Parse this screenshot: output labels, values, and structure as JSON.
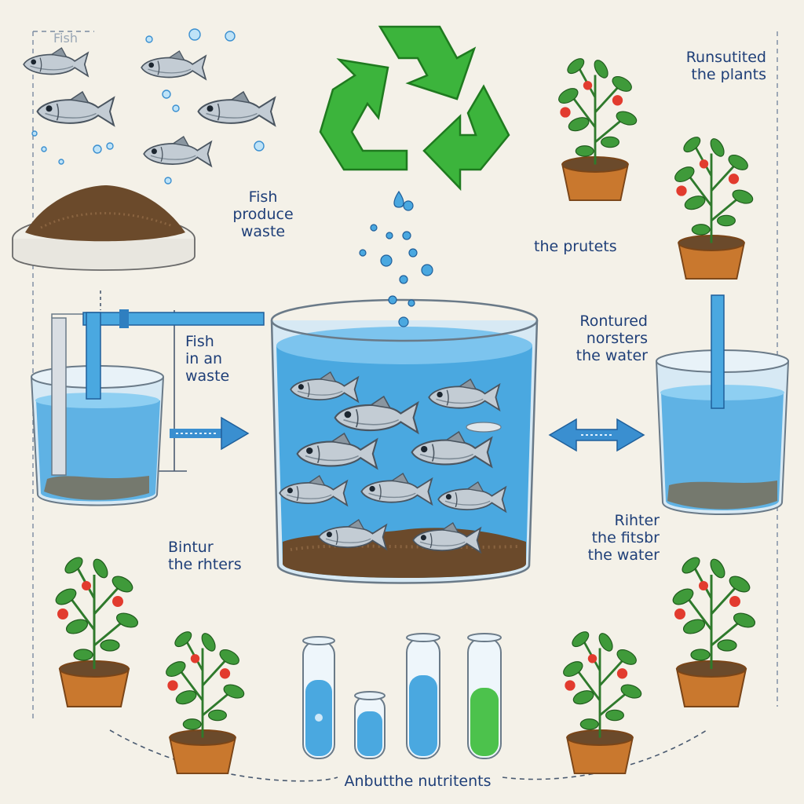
{
  "labels": {
    "fish_corner": "Fish",
    "fish_produce_waste": [
      "Fish",
      "produce",
      "waste"
    ],
    "runsuited_plants": [
      "Runsutited",
      "the plants"
    ],
    "the_prutets": "the prutets",
    "fish_in_waste": [
      "Fish",
      "in an",
      "waste"
    ],
    "rontured_water": [
      "Rontured",
      "norsters",
      "the water"
    ],
    "bintur_rhters": [
      "Bintur",
      "the rhters"
    ],
    "rihter_water": [
      "Rihter",
      "the fitsbr",
      "the water"
    ],
    "nutrients": "Anbutthe nutritents"
  },
  "colors": {
    "text": "#1f3f78",
    "water": "#4aa8e0",
    "recycle": "#3cb43c",
    "soil": "#6b4a2b",
    "pot": "#c9782e",
    "leaf": "#3f9a3a",
    "tomato": "#e23b2e",
    "fish": "#b9c3cc",
    "nutrient_green": "#4cc24c"
  },
  "icons": [
    "recycle-icon",
    "arrow-right-icon",
    "double-arrow-icon",
    "fish-icon",
    "plant-icon",
    "test-tube-icon"
  ]
}
